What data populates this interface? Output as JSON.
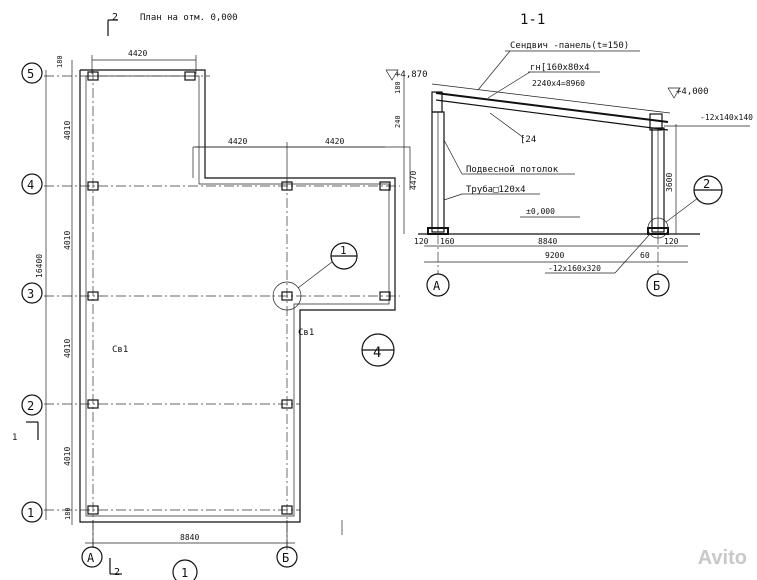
{
  "plan": {
    "title": "План на отм. 0,000",
    "section_mark": "2",
    "dim_top": "4420",
    "dim_mid_left": "4420",
    "dim_mid_right": "4420",
    "dim_bottom": "8840",
    "dim_total": "16400",
    "dim_spans": [
      "4010",
      "4010",
      "4010",
      "4010"
    ],
    "dim_edge": "180",
    "axes_rows": [
      "5",
      "4",
      "3",
      "2",
      "1"
    ],
    "axes_cols": [
      "А",
      "Б"
    ],
    "brace_label": "Св1",
    "node_1": "1",
    "node_4": "4",
    "sheet_mark": "1",
    "sec_mark_left": "2",
    "sec_mark_left_num": "1",
    "sec_mark_bottom": "2"
  },
  "section": {
    "title": "1-1",
    "panel": "Сендвич -панель(t=150)",
    "beam": "гн[160x80x4",
    "spacing": "2240x4=8960",
    "elev_top": "+4,870",
    "elev_right": "+4,000",
    "elev_zero": "±0,000",
    "plate_top": "-12x140x140",
    "plate_base": "-12x160x320",
    "purlin": "[24",
    "ceiling": "Подвесной потолок",
    "column": "Труба□120x4",
    "dim_180": "180",
    "dim_240": "240",
    "dim_4470": "4470",
    "dim_3600": "3600",
    "dim_120a": "120",
    "dim_160": "160",
    "dim_8840": "8840",
    "dim_120b": "120",
    "dim_9200": "9200",
    "dim_60": "60",
    "axis_a": "А",
    "axis_b": "Б",
    "node_2": "2"
  },
  "watermark": "Avito"
}
